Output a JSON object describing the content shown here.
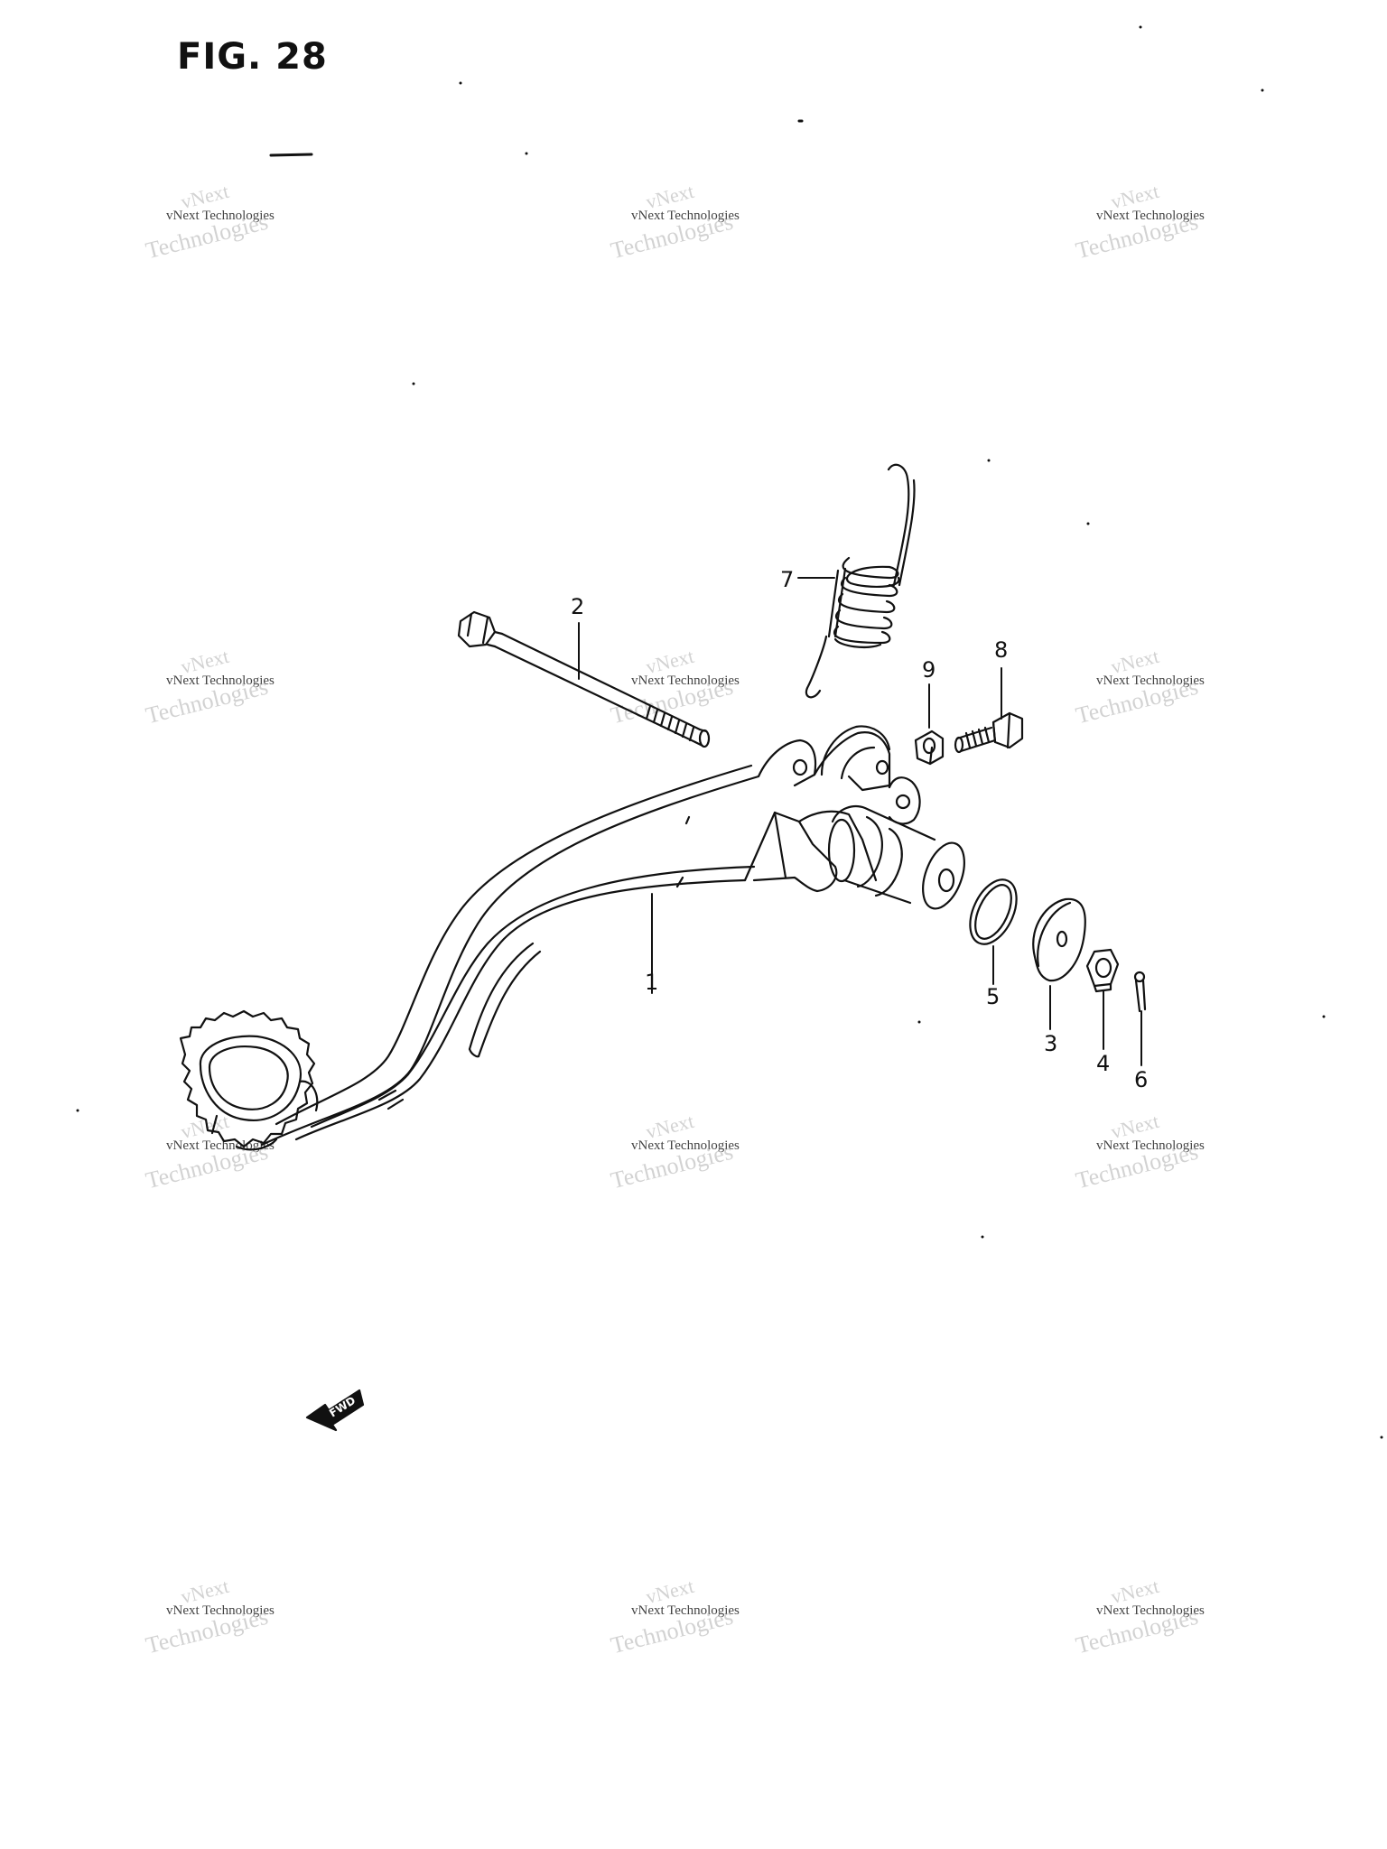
{
  "figure": {
    "title": "FIG. 28"
  },
  "watermark": {
    "line1": "vNext",
    "line2": "vNext Technologies",
    "line3": "Technologies"
  },
  "callouts": [
    {
      "id": "1",
      "label": "1"
    },
    {
      "id": "2",
      "label": "2"
    },
    {
      "id": "3",
      "label": "3"
    },
    {
      "id": "4",
      "label": "4"
    },
    {
      "id": "5",
      "label": "5"
    },
    {
      "id": "6",
      "label": "6"
    },
    {
      "id": "7",
      "label": "7"
    },
    {
      "id": "8",
      "label": "8"
    },
    {
      "id": "9",
      "label": "9"
    }
  ],
  "fwd_badge": {
    "label": "FWD"
  },
  "colors": {
    "ink": "#111111",
    "watermark": "#c8c8c8",
    "background": "#ffffff"
  }
}
